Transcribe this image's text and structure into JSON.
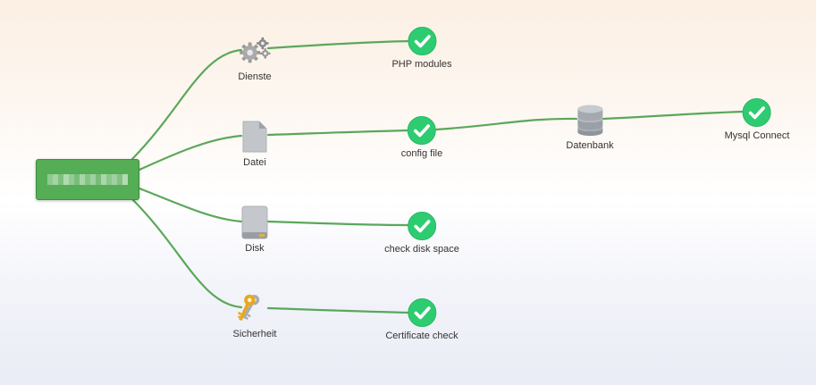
{
  "root": {
    "label_redacted": true,
    "color": "#55ad55"
  },
  "nodes": {
    "dienste": {
      "label": "Dienste",
      "icon": "gears-icon"
    },
    "datei": {
      "label": "Datei",
      "icon": "file-icon"
    },
    "disk": {
      "label": "Disk",
      "icon": "hard-disk-icon"
    },
    "sicherheit": {
      "label": "Sicherheit",
      "icon": "keys-icon"
    },
    "php": {
      "label": "PHP modules",
      "icon": "check-icon",
      "status": "ok"
    },
    "config": {
      "label": "config file",
      "icon": "check-icon",
      "status": "ok"
    },
    "diskspace": {
      "label": "check disk space",
      "icon": "check-icon",
      "status": "ok"
    },
    "cert": {
      "label": "Certificate check",
      "icon": "check-icon",
      "status": "ok"
    },
    "datenbank": {
      "label": "Datenbank",
      "icon": "database-icon"
    },
    "mysql": {
      "label": "Mysql Connect",
      "icon": "check-icon",
      "status": "ok"
    }
  },
  "colors": {
    "edge": "#5aa85a",
    "ok": "#2ecc71",
    "ok_dark": "#1fa653"
  }
}
